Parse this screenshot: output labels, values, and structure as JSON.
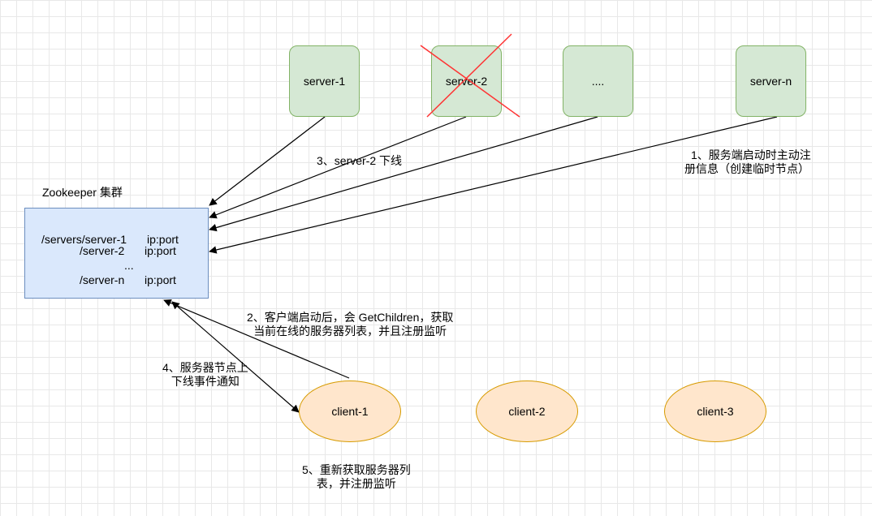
{
  "servers": [
    {
      "label": "server-1"
    },
    {
      "label": "server-2",
      "crossed": true
    },
    {
      "label": "...."
    },
    {
      "label": "server-n"
    }
  ],
  "cluster": {
    "title": "Zookeeper 集群",
    "entries": [
      {
        "path": "/servers/server-1",
        "addr": "ip:port"
      },
      {
        "path": "/server-2",
        "addr": "ip:port"
      },
      {
        "path": "...",
        "addr": ""
      },
      {
        "path": "/server-n",
        "addr": "ip:port"
      }
    ]
  },
  "clients": [
    {
      "label": "client-1"
    },
    {
      "label": "client-2"
    },
    {
      "label": "client-3"
    }
  ],
  "annotations": {
    "step1": [
      "1、服务端启动时主动注",
      "册信息（创建临时节点）"
    ],
    "step2": [
      "2、客户端启动后，会 GetChildren，获取",
      "当前在线的服务器列表，并且注册监听"
    ],
    "step3": [
      "3、server-2 下线"
    ],
    "step4": [
      "4、服务器节点上",
      "下线事件通知"
    ],
    "step5": [
      "5、重新获取服务器列",
      "表，并注册监听"
    ]
  },
  "colors": {
    "server_fill": "#d5e8d4",
    "server_border": "#82b366",
    "client_fill": "#ffe6cc",
    "client_border": "#d79b00",
    "cluster_fill": "#dae8fc",
    "cluster_border": "#6c8ebf",
    "cross": "#ff3333"
  }
}
